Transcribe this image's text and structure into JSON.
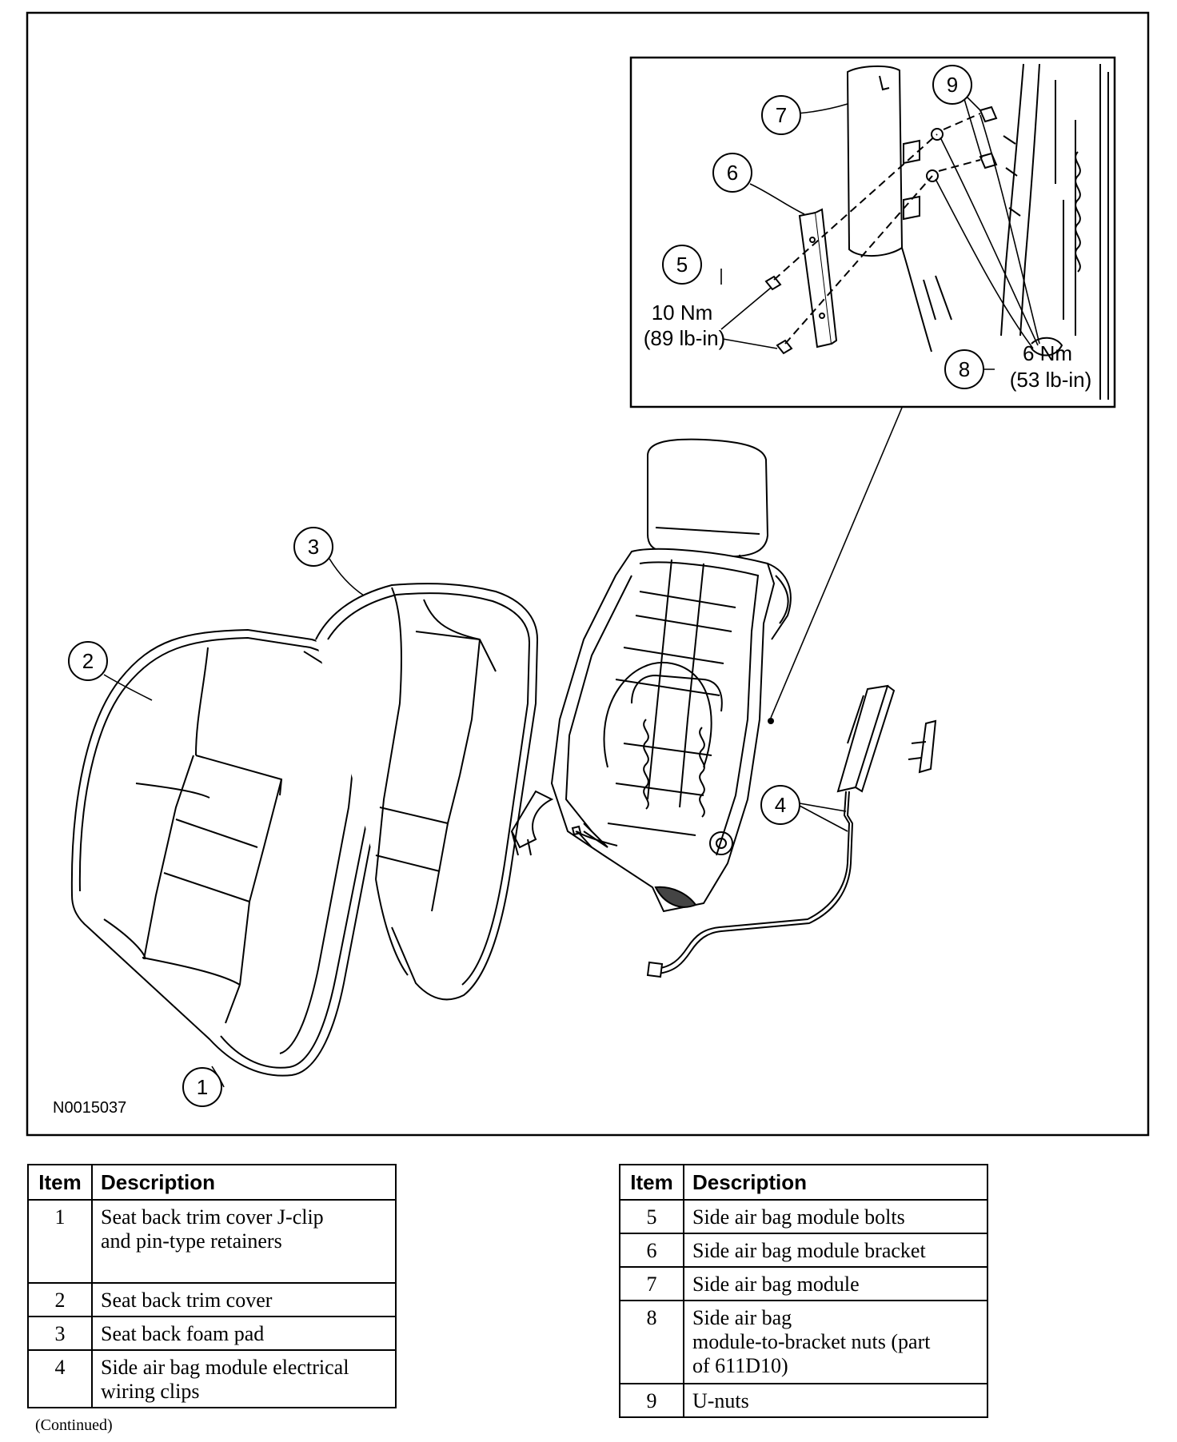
{
  "figure": {
    "figure_id": "N0015037",
    "torque_bolts": {
      "nm": "10 Nm",
      "lbin": "(89 lb-in)"
    },
    "torque_nuts": {
      "nm": "6 Nm",
      "lbin": "(53 lb-in)"
    },
    "callouts": {
      "c1": "1",
      "c2": "2",
      "c3": "3",
      "c4": "4",
      "c5": "5",
      "c6": "6",
      "c7": "7",
      "c8": "8",
      "c9": "9"
    }
  },
  "table_left": {
    "header_item": "Item",
    "header_description": "Description",
    "rows": [
      {
        "item": "1",
        "lines": [
          "Seat back trim cover J-clip",
          "and pin-type retainers"
        ]
      },
      {
        "item": "2",
        "lines": [
          "Seat back trim cover"
        ]
      },
      {
        "item": "3",
        "lines": [
          "Seat back foam pad"
        ]
      },
      {
        "item": "4",
        "lines": [
          "Side air bag module electrical",
          "wiring clips"
        ]
      }
    ]
  },
  "table_right": {
    "header_item": "Item",
    "header_description": "Description",
    "rows": [
      {
        "item": "5",
        "lines": [
          "Side air bag module bolts"
        ]
      },
      {
        "item": "6",
        "lines": [
          "Side air bag module bracket"
        ]
      },
      {
        "item": "7",
        "lines": [
          "Side air bag module"
        ]
      },
      {
        "item": "8",
        "lines": [
          "Side air bag",
          "module-to-bracket nuts (part",
          "of 611D10)"
        ]
      },
      {
        "item": "9",
        "lines": [
          "U-nuts"
        ]
      }
    ]
  },
  "footer": {
    "continued": "(Continued)"
  }
}
